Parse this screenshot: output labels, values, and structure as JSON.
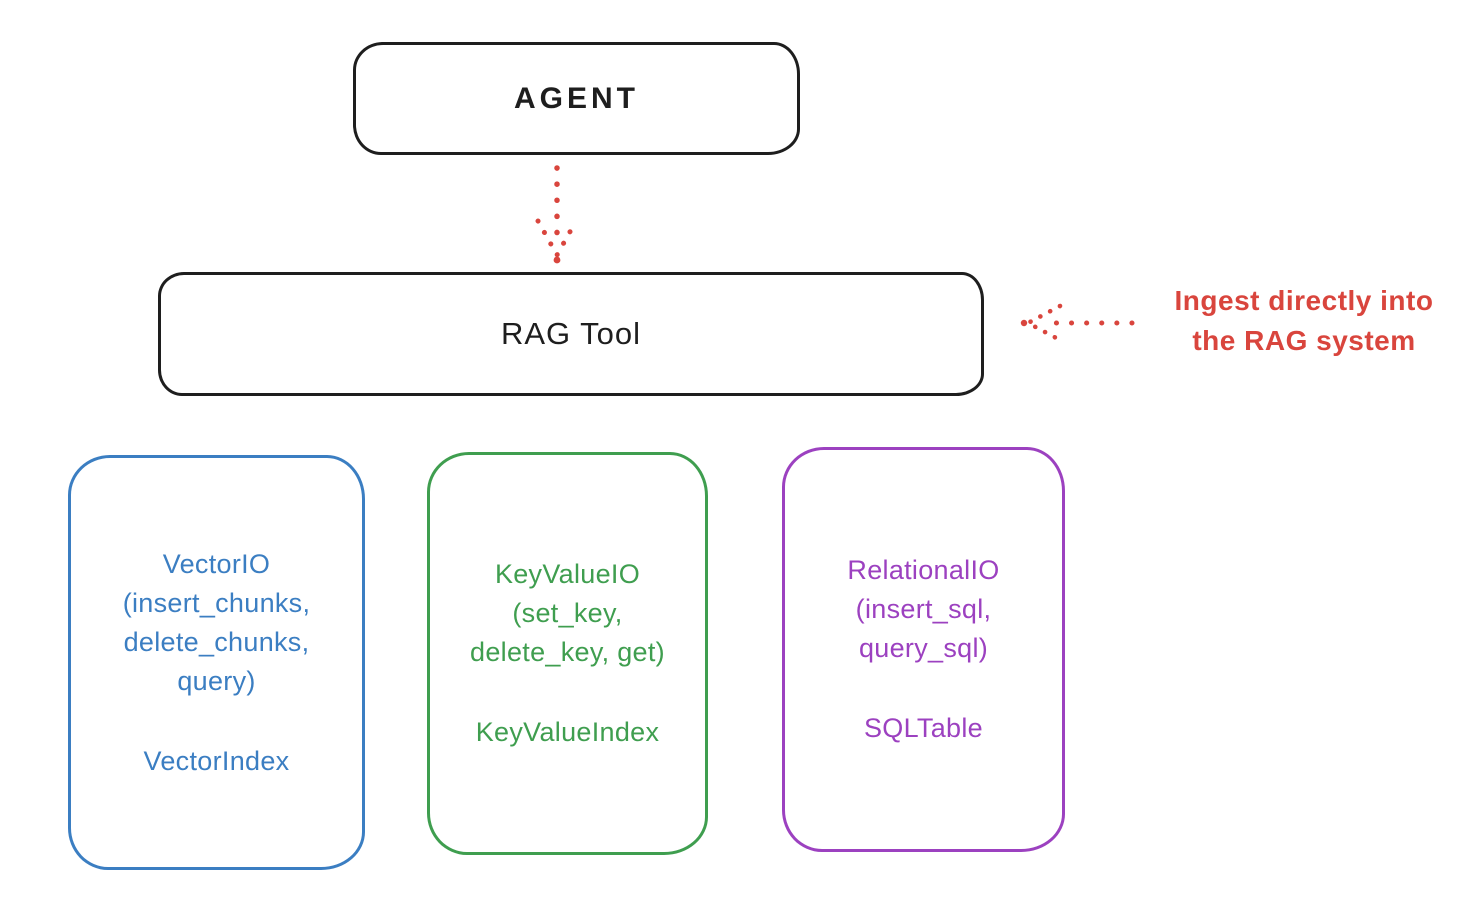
{
  "diagram": {
    "agent": {
      "label": "AGENT"
    },
    "rag_tool": {
      "label": "RAG Tool"
    },
    "annotation": {
      "lines": [
        "Ingest directly into",
        "the RAG system"
      ]
    },
    "backends": [
      {
        "title": "VectorIO",
        "signature_lines": [
          "(insert_chunks,",
          "delete_chunks,",
          "query)"
        ],
        "index_label": "VectorIndex",
        "color": "#3b7ec2"
      },
      {
        "title": "KeyValueIO",
        "signature_lines": [
          "(set_key,",
          "delete_key, get)"
        ],
        "index_label": "KeyValueIndex",
        "color": "#3f9e4f"
      },
      {
        "title": "RelationalIO",
        "signature_lines": [
          "(insert_sql,",
          "query_sql)"
        ],
        "index_label": "SQLTable",
        "color": "#9c41c0"
      }
    ],
    "colors": {
      "stroke_black": "#1e1e1e",
      "accent_red": "#d9453d"
    }
  }
}
